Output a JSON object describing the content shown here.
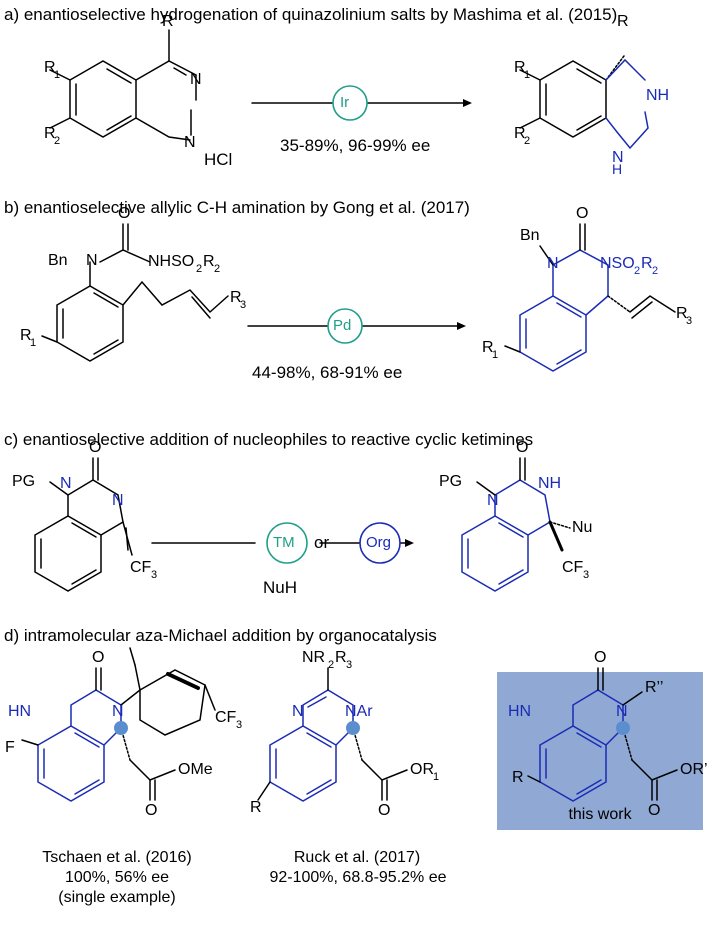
{
  "sections": {
    "a": {
      "title": "a) enantioselective hydrogenation of quinazolinium salts by Mashima et al. (2015)",
      "catalyst": "Ir",
      "conditions": "35-89%, 96-99% ee",
      "hcl": "HCl"
    },
    "b": {
      "title": "b) enantioselective allylic C-H amination by Gong et al. (2017)",
      "catalyst": "Pd",
      "conditions": "44-98%, 68-91% ee"
    },
    "c": {
      "title": "c) enantioselective addition of nucleophiles to reactive cyclic ketimines",
      "catalyst1": "TM",
      "or": "or",
      "catalyst2": "Org",
      "reagent": "NuH"
    },
    "d": {
      "title": "d) intramolecular aza-Michael addition by organocatalysis",
      "tschaen": {
        "line1": "Tschaen et al. (2016)",
        "line2": "100%, 56% ee",
        "line3": "(single  example)"
      },
      "ruck": {
        "line1": "Ruck et al. (2017)",
        "line2": "92-100%, 68.8-95.2% ee"
      },
      "this_work": "this work"
    }
  },
  "colors": {
    "accent": "#1f9e8a",
    "product_blue": "#1a2bb5",
    "highlight_box": "#8fa9d4",
    "dot": "#5b8ecf"
  }
}
